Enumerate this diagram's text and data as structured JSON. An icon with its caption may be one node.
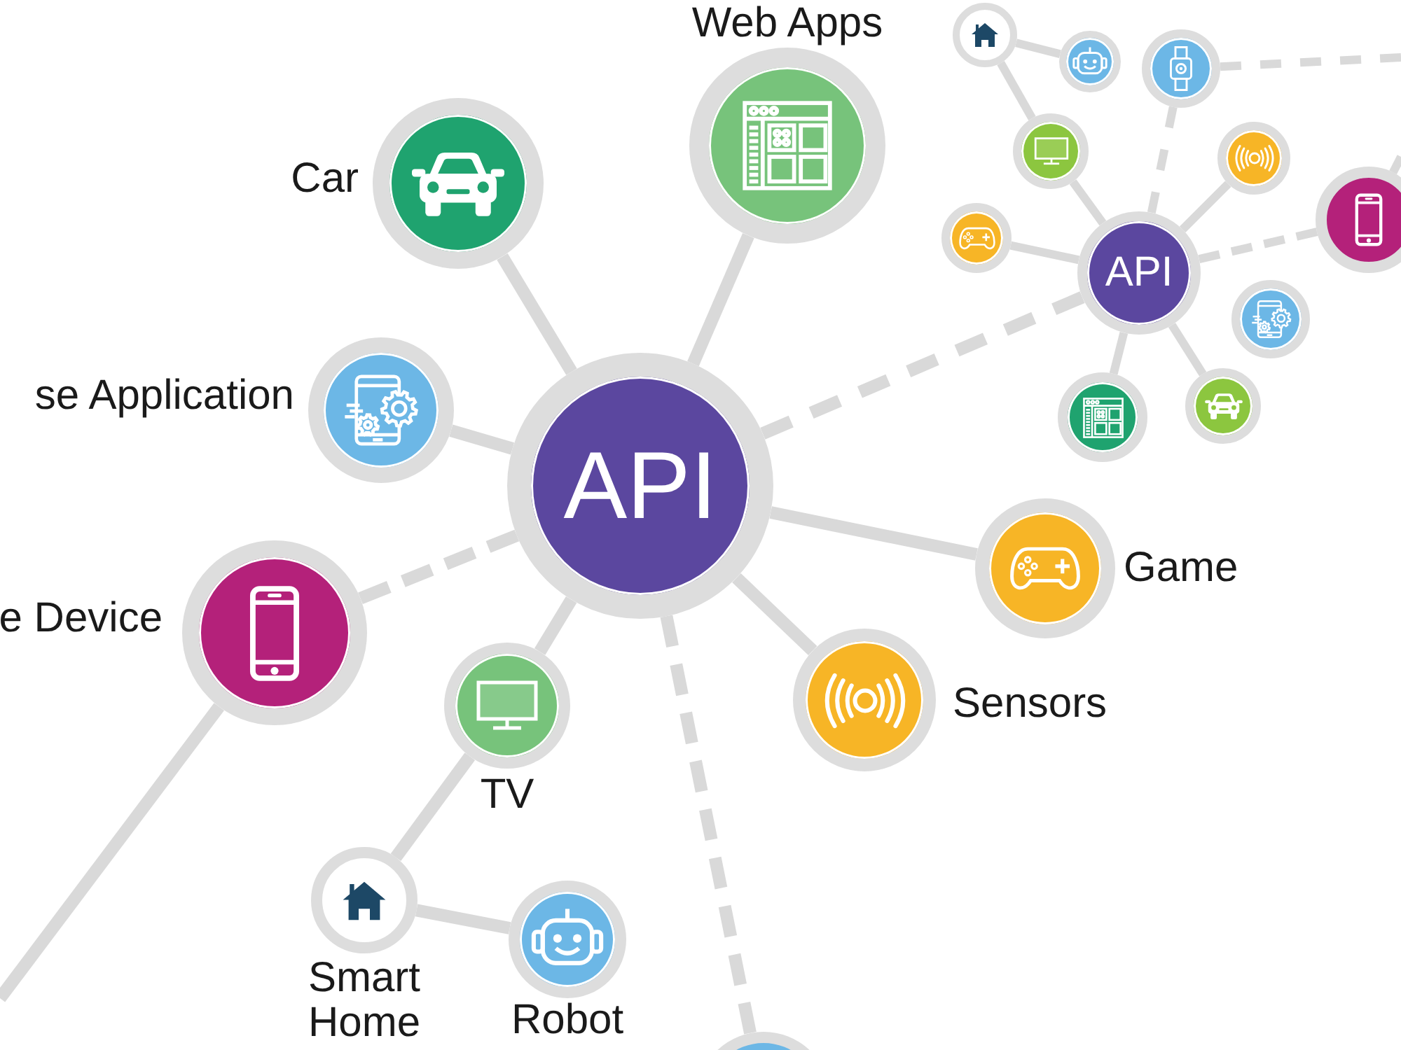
{
  "diagram": {
    "nodes": [
      {
        "text": [
          "Web Apps"
        ]
      },
      {
        "text": [],
        "shape": "circle"
      },
      {
        "text": [],
        "shape": "circle"
      },
      {
        "text": [],
        "shape": "circle"
      },
      {
        "text": [],
        "shape": "circle"
      },
      {
        "text": [],
        "shape": "circle"
      },
      {
        "text": [
          "Car"
        ]
      },
      {
        "text": [],
        "shape": "circle"
      },
      {
        "text": [],
        "shape": "circle"
      },
      {
        "text": [
          "API"
        ]
      },
      {
        "text": [],
        "shape": "circle"
      },
      {
        "text": [
          "se Application"
        ]
      },
      {
        "text": [],
        "shape": "circle"
      },
      {
        "text": [],
        "shape": "circle"
      },
      {
        "text": [
          "API"
        ]
      },
      {
        "text": [
          "Game"
        ]
      },
      {
        "text": [
          "e Device"
        ]
      },
      {
        "text": [
          "Sensors"
        ]
      },
      {
        "text": [
          "TV"
        ]
      },
      {
        "text": [
          "Smart Home"
        ]
      },
      {
        "text": [
          "Robot"
        ]
      },
      {
        "text": [],
        "shape": "circle"
      }
    ],
    "edges": [
      {
        "from": 14,
        "to": 0,
        "arrow": "none"
      },
      {
        "from": 14,
        "to": 6,
        "arrow": "none"
      },
      {
        "from": 14,
        "to": 11,
        "arrow": "none"
      },
      {
        "from": 14,
        "to": 16,
        "arrow": "none",
        "style": "dashed"
      },
      {
        "from": 14,
        "to": 15,
        "arrow": "none"
      },
      {
        "from": 14,
        "to": 17,
        "arrow": "none"
      },
      {
        "from": 14,
        "to": 18,
        "arrow": "none"
      },
      {
        "from": 18,
        "to": 19,
        "arrow": "none"
      },
      {
        "from": 19,
        "to": 20,
        "arrow": "none"
      },
      {
        "from": 14,
        "to": 21,
        "arrow": "none",
        "style": "dashed"
      },
      {
        "from": 14,
        "to": 9,
        "arrow": "none",
        "style": "dashed"
      },
      {
        "from": 16,
        "to": null,
        "arrow": "none"
      },
      {
        "from": 1,
        "to": 2,
        "arrow": "none"
      },
      {
        "from": 1,
        "to": 4,
        "arrow": "none"
      },
      {
        "from": 4,
        "to": 9,
        "arrow": "none"
      },
      {
        "from": 8,
        "to": 9,
        "arrow": "none"
      },
      {
        "from": 5,
        "to": 9,
        "arrow": "none"
      },
      {
        "from": 13,
        "to": 9,
        "arrow": "none"
      },
      {
        "from": 12,
        "to": 9,
        "arrow": "none"
      },
      {
        "from": 3,
        "to": 9,
        "arrow": "none",
        "style": "dashed"
      },
      {
        "from": 7,
        "to": 9,
        "arrow": "none",
        "style": "dashed"
      },
      {
        "from": 3,
        "to": null,
        "arrow": "none",
        "style": "dashed"
      },
      {
        "from": 7,
        "to": null,
        "arrow": "none"
      }
    ]
  }
}
